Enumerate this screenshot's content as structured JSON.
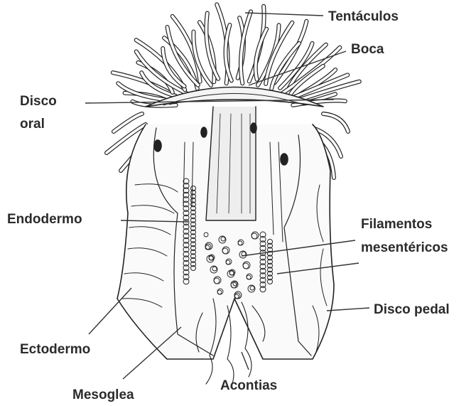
{
  "labels": {
    "tentaculos": "Tentáculos",
    "boca": "Boca",
    "disco_oral_1": "Disco",
    "disco_oral_2": "oral",
    "endodermo": "Endodermo",
    "filamentos_1": "Filamentos",
    "filamentos_2": "mesentéricos",
    "ectodermo": "Ectodermo",
    "disco_pedal": "Disco pedal",
    "mesoglea": "Mesoglea",
    "acontias": "Acontias"
  },
  "colors": {
    "ink": "#222222",
    "leader": "#333333",
    "text": "#2b2b2b"
  }
}
